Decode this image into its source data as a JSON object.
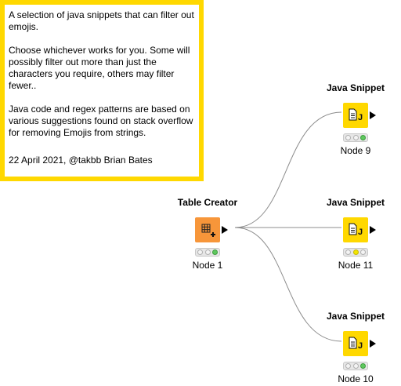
{
  "annotation": {
    "paragraphs": [
      "A selection of java snippets that can filter out emojis.",
      "Choose whichever works for you. Some will possibly filter out more than just the characters you require, others may filter fewer..",
      "Java code and regex patterns are based on various suggestions found on stack overflow for removing Emojis from strings.",
      "22 April 2021, @takbb Brian Bates"
    ],
    "border_color": "#ffd800"
  },
  "nodes": {
    "table_creator": {
      "title": "Table Creator",
      "label": "Node 1",
      "icon": "table-creator-icon",
      "color": "#f7963a",
      "status": [
        "off",
        "off",
        "green"
      ]
    },
    "java_snippet_9": {
      "title": "Java Snippet",
      "label": "Node 9",
      "icon": "java-snippet-icon",
      "color": "#ffd800",
      "status": [
        "off",
        "off",
        "green"
      ]
    },
    "java_snippet_11": {
      "title": "Java Snippet",
      "label": "Node 11",
      "icon": "java-snippet-icon",
      "color": "#ffd800",
      "status": [
        "off",
        "yellow",
        "off"
      ]
    },
    "java_snippet_10": {
      "title": "Java Snippet",
      "label": "Node 10",
      "icon": "java-snippet-icon",
      "color": "#ffd800",
      "status": [
        "off",
        "off",
        "green"
      ]
    }
  },
  "status_colors": {
    "off": "#f4f4f4",
    "green": "#5ec85e",
    "yellow": "#f2e600"
  }
}
